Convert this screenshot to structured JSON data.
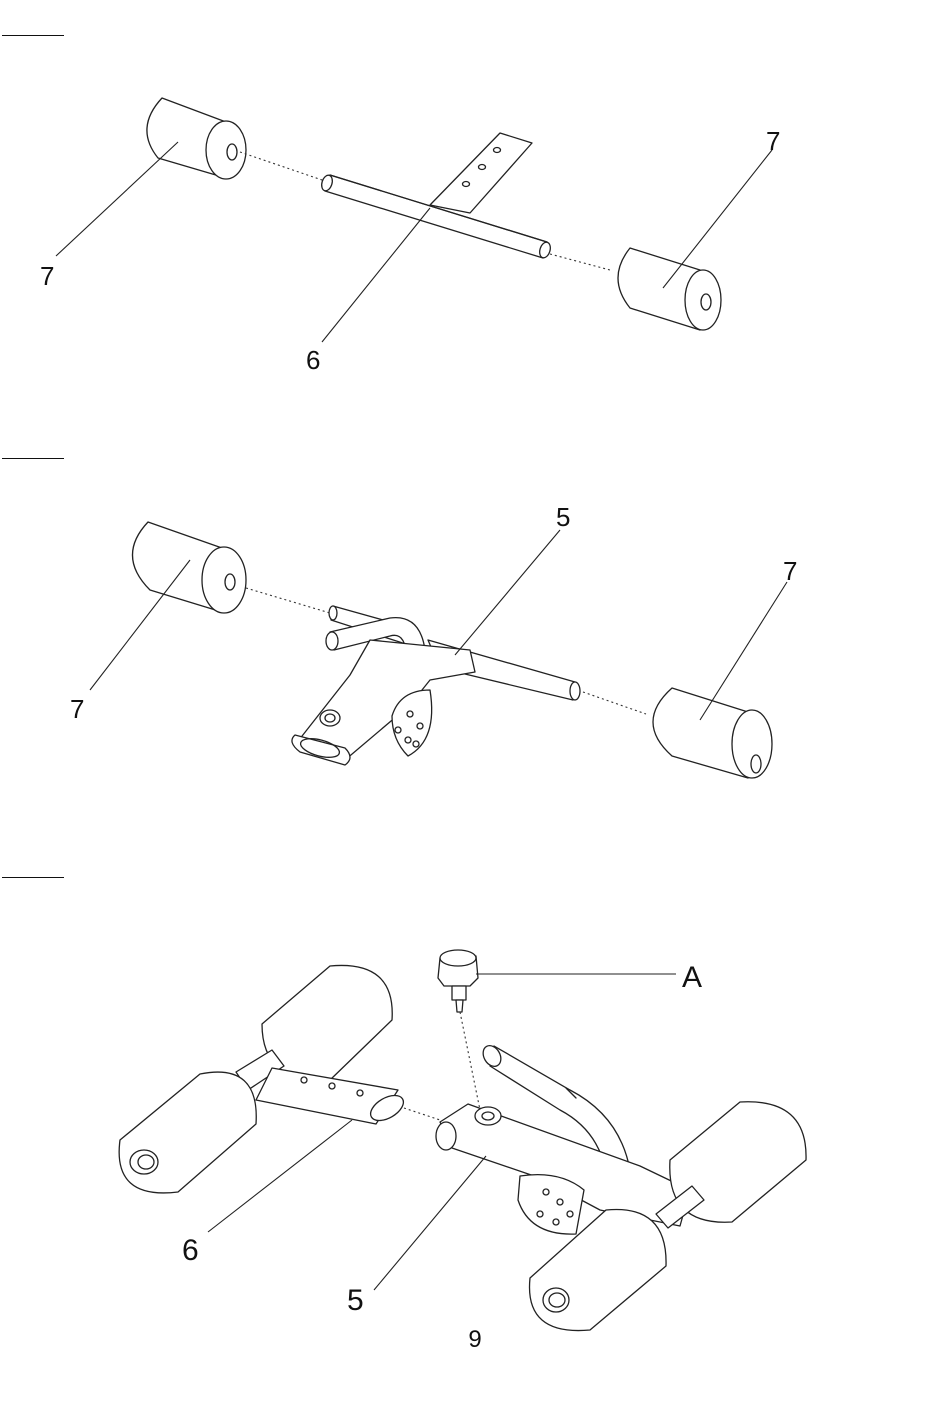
{
  "steps": [
    {
      "callouts": {
        "left_pad": "7",
        "right_pad": "7",
        "tube": "6"
      }
    },
    {
      "callouts": {
        "frame": "5",
        "right_pad": "7",
        "left_pad": "7"
      }
    },
    {
      "callouts": {
        "knob": "A",
        "tube": "6",
        "frame": "5"
      }
    }
  ],
  "page_number": "9"
}
